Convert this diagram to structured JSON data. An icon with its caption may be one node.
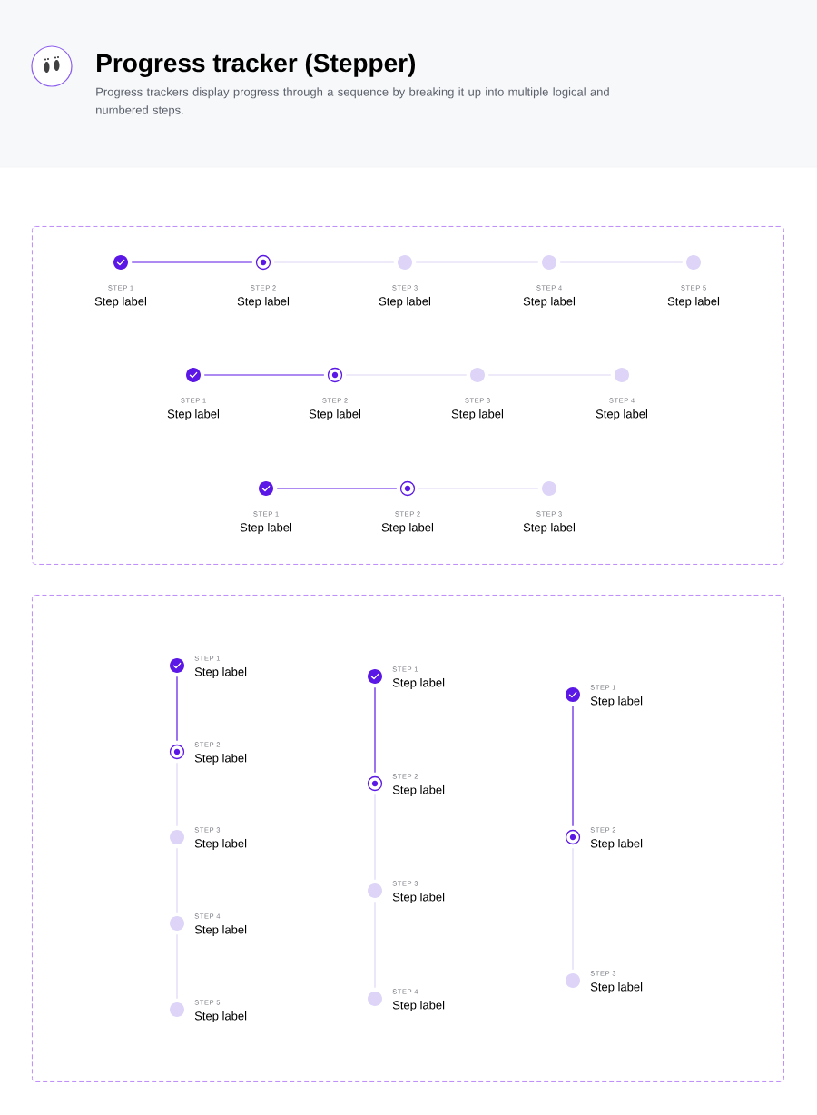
{
  "diagram": {
    "title": "Progress tracker (Stepper)",
    "labels": [
      "Progress trackers display progress through a sequence by breaking it up into multiple logical and numbered steps."
    ],
    "nodes": [
      {
        "text": [],
        "shape": "box"
      },
      {
        "text": [
          "STEP 1",
          "Step label"
        ],
        "in": 0
      },
      {
        "text": [
          "STEP 2",
          "Step label"
        ],
        "in": 0
      },
      {
        "text": [
          "STEP 3",
          "Step label"
        ],
        "in": 0
      },
      {
        "text": [
          "STEP 4",
          "Step label"
        ],
        "in": 0
      },
      {
        "text": [
          "STEP 5",
          "Step label"
        ],
        "in": 0
      },
      {
        "text": [
          "STEP 1",
          "Step label"
        ],
        "in": 0
      },
      {
        "text": [
          "STEP 2",
          "Step label"
        ],
        "in": 0
      },
      {
        "text": [
          "STEP 3",
          "Step label"
        ],
        "in": 0
      },
      {
        "text": [
          "STEP 4",
          "Step label"
        ],
        "in": 0
      },
      {
        "text": [
          "STEP 1",
          "Step label"
        ],
        "in": 0
      },
      {
        "text": [
          "STEP 2",
          "Step label"
        ],
        "in": 0
      },
      {
        "text": [
          "STEP 3",
          "Step label"
        ],
        "in": 0
      },
      {
        "text": [],
        "shape": "box"
      },
      {
        "text": [
          "STEP 1",
          "Step label"
        ],
        "in": 13
      },
      {
        "text": [
          "STEP 2",
          "Step label"
        ],
        "in": 13
      },
      {
        "text": [
          "STEP 3",
          "Step label"
        ],
        "in": 13
      },
      {
        "text": [
          "STEP 4",
          "Step label"
        ],
        "in": 13
      },
      {
        "text": [
          "STEP 5",
          "Step label"
        ],
        "in": 13
      },
      {
        "text": [
          "STEP 1",
          "Step label"
        ],
        "in": 13
      },
      {
        "text": [
          "STEP 2",
          "Step label"
        ],
        "in": 13
      },
      {
        "text": [
          "STEP 3",
          "Step label"
        ],
        "in": 13
      },
      {
        "text": [
          "STEP 4",
          "Step label"
        ],
        "in": 13
      },
      {
        "text": [
          "STEP 1",
          "Step label"
        ],
        "in": 13
      },
      {
        "text": [
          "STEP 2",
          "Step label"
        ],
        "in": 13
      },
      {
        "text": [
          "STEP 3",
          "Step label"
        ],
        "in": 13
      }
    ],
    "edges": [
      {
        "from": 1,
        "to": 2,
        "arrow": "none",
        "color": "#5a17e5"
      },
      {
        "from": 2,
        "to": 3,
        "arrow": "none"
      },
      {
        "from": 3,
        "to": 4,
        "arrow": "none"
      },
      {
        "from": 4,
        "to": 5,
        "arrow": "none"
      },
      {
        "from": 6,
        "to": 7,
        "arrow": "none",
        "color": "#5a17e5"
      },
      {
        "from": 7,
        "to": 8,
        "arrow": "none"
      },
      {
        "from": 8,
        "to": 9,
        "arrow": "none"
      },
      {
        "from": 10,
        "to": 11,
        "arrow": "none",
        "color": "#5a17e5"
      },
      {
        "from": 11,
        "to": 12,
        "arrow": "none"
      },
      {
        "from": 14,
        "to": 15,
        "arrow": "none",
        "color": "#5a17e5"
      },
      {
        "from": 15,
        "to": 16,
        "arrow": "none"
      },
      {
        "from": 16,
        "to": 17,
        "arrow": "none"
      },
      {
        "from": 17,
        "to": 18,
        "arrow": "none"
      },
      {
        "from": 19,
        "to": 20,
        "arrow": "none",
        "color": "#5a17e5"
      },
      {
        "from": 20,
        "to": 21,
        "arrow": "none"
      },
      {
        "from": 21,
        "to": 22,
        "arrow": "none"
      },
      {
        "from": 23,
        "to": 24,
        "arrow": "none",
        "color": "#5a17e5"
      },
      {
        "from": 24,
        "to": 25,
        "arrow": "none"
      }
    ]
  }
}
